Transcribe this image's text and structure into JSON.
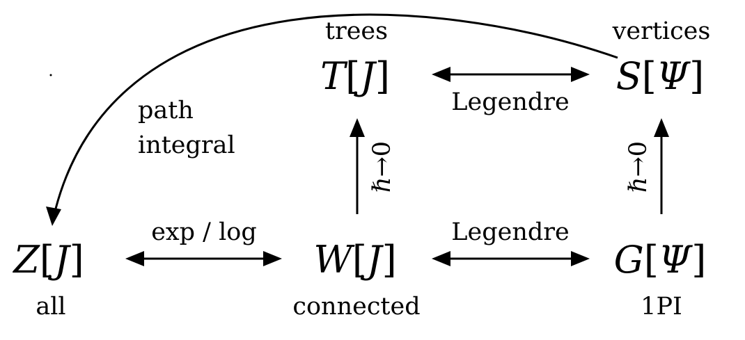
{
  "nodes": {
    "Z": {
      "symbol": "Z",
      "open": "[",
      "arg": "J",
      "close": "]",
      "caption": "all"
    },
    "W": {
      "symbol": "W",
      "open": "[",
      "arg": "J",
      "close": "]",
      "caption": "connected"
    },
    "G": {
      "symbol": "G",
      "open": "[",
      "arg": "Ψ",
      "close": "]",
      "caption": "1PI"
    },
    "T": {
      "symbol": "T",
      "open": "[",
      "arg": "J",
      "close": "]",
      "caption": "trees"
    },
    "S": {
      "symbol": "S",
      "open": "[",
      "arg": "Ψ",
      "close": "]",
      "caption": "vertices"
    }
  },
  "edges": {
    "z_w": {
      "label": "exp / log"
    },
    "w_g": {
      "label": "Legendre"
    },
    "t_s": {
      "label": "Legendre"
    },
    "w_t": {
      "label": "ℏ→0"
    },
    "g_s": {
      "label": "ℏ→0"
    },
    "s_z": {
      "label_line1": "path",
      "label_line2": "integral"
    }
  }
}
